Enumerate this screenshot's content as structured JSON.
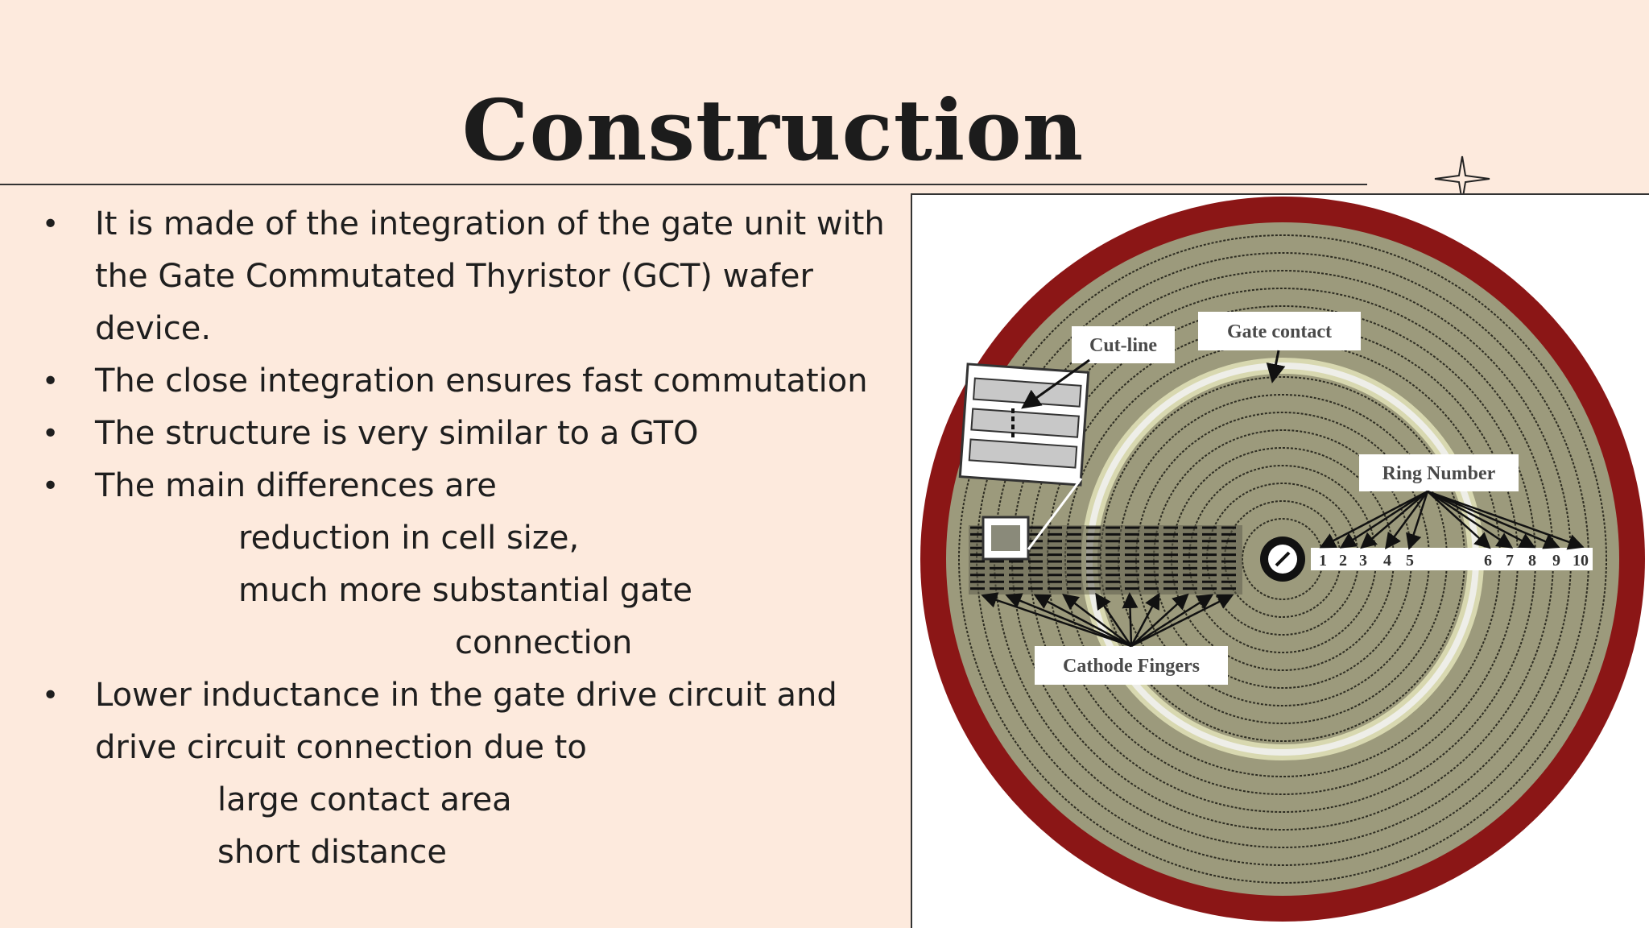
{
  "slide": {
    "title": "Construction",
    "bullets": [
      {
        "lines": [
          "It is made of the integration of the gate unit with",
          "the Gate Commutated Thyristor (GCT) wafer",
          "device."
        ]
      },
      {
        "lines": [
          "The close integration ensures fast commutation"
        ]
      },
      {
        "lines": [
          "The structure is very similar to a GTO"
        ]
      },
      {
        "lines": [
          "The main differences are"
        ]
      },
      {
        "lines": [
          "Lower inductance in the gate drive circuit and",
          "drive circuit connection due to"
        ]
      }
    ],
    "differences": [
      "reduction in cell size,",
      "much more substantial gate",
      "connection"
    ],
    "reasons": [
      "large contact area",
      "short distance"
    ]
  },
  "figure": {
    "labels": {
      "cut_line": "Cut-line",
      "gate_contact": "Gate contact",
      "ring_number": "Ring Number",
      "cathode_fingers": "Cathode Fingers"
    },
    "ring_numbers": [
      "1",
      "2",
      "3",
      "4",
      "5",
      "6",
      "7",
      "8",
      "9",
      "10"
    ],
    "colors": {
      "outer_ring": "#8b1616",
      "wafer": "#9c9a7c",
      "gate_ring": "#c8c890"
    }
  }
}
